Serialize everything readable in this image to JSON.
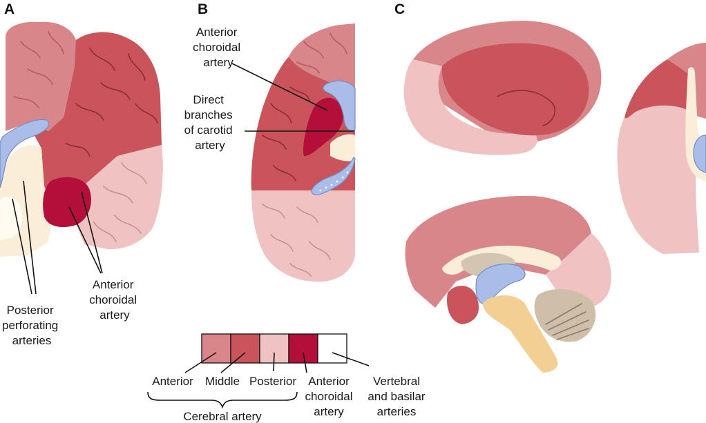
{
  "panels": {
    "a": "A",
    "b": "B",
    "c": "C"
  },
  "labels": {
    "posterior_perforating": [
      "Posterior",
      "perforating",
      "arteries"
    ],
    "anterior_choroidal_a": [
      "Anterior",
      "choroidal",
      "artery"
    ],
    "anterior_choroidal_b": [
      "Anterior",
      "choroidal",
      "artery"
    ],
    "direct_branches": [
      "Direct",
      "branches",
      "of carotid",
      "artery"
    ]
  },
  "legend": {
    "items": [
      {
        "label": [
          "Anterior"
        ],
        "color": "#d9868a"
      },
      {
        "label": [
          "Middle"
        ],
        "color": "#c9545c"
      },
      {
        "label": [
          "Posterior"
        ],
        "color": "#f0c3c3"
      },
      {
        "label": [
          "Anterior",
          "choroidal",
          "artery"
        ],
        "color": "#b30f3a"
      },
      {
        "label": [
          "Vertebral",
          "and basilar",
          "arteries"
        ],
        "color": "#ffffff"
      }
    ],
    "group_label": "Cerebral artery"
  },
  "colors": {
    "anterior": "#d9868a",
    "middle": "#c9545c",
    "posterior": "#f0c3c3",
    "anterior_choroidal": "#b30f3a",
    "vertebral_basilar": "#ffffff",
    "ventricle": "#a9bde8",
    "deep_nuclei": "#fbeed8",
    "brainstem": "#f3cf94",
    "thalamus": "#d4c5b2",
    "cerebellum": "#cfbfaa"
  }
}
